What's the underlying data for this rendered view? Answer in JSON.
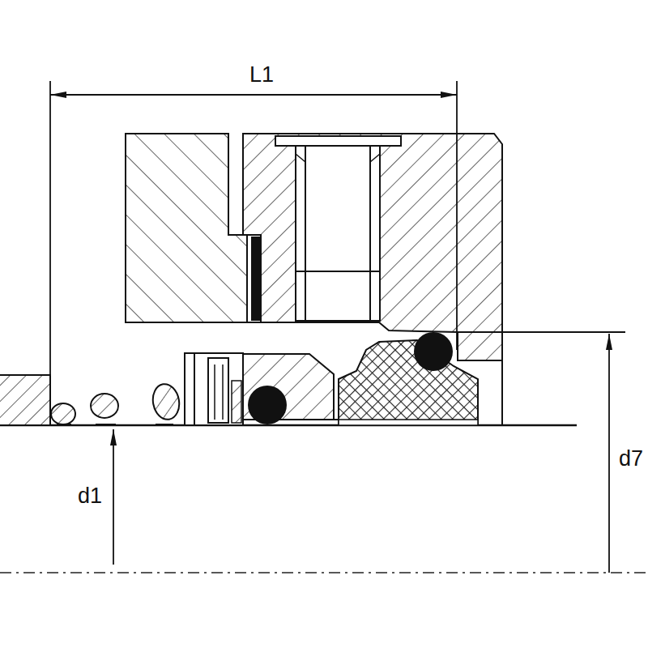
{
  "diagram": {
    "labels": [
      "L1",
      "d1",
      "d7"
    ]
  }
}
